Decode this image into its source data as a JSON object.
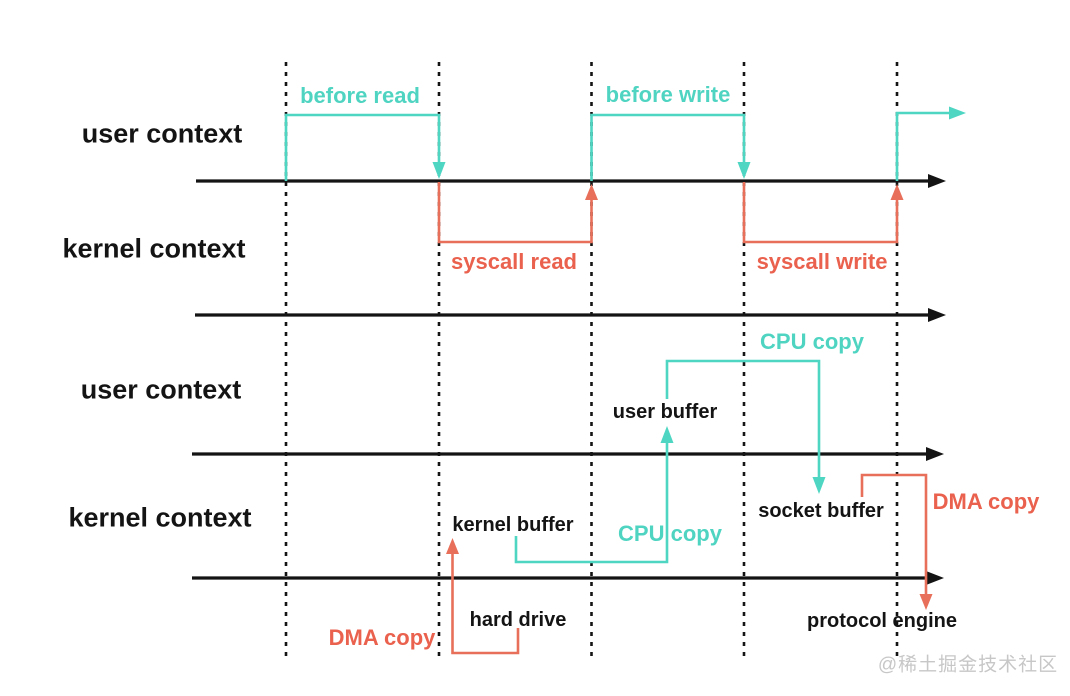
{
  "colors": {
    "teal": "#4ed6c3",
    "teal_text": "#4fd4c2",
    "red": "#e8705a",
    "red_text": "#ea614e",
    "black": "#141414",
    "watermark_gray": "#c7c7c7"
  },
  "top_section": {
    "user_context_label": "user context",
    "kernel_context_label": "kernel context",
    "before_read_label": "before read",
    "before_write_label": "before write",
    "syscall_read_label": "syscall read",
    "syscall_write_label": "syscall write"
  },
  "bottom_section": {
    "user_context_label": "user context",
    "kernel_context_label": "kernel context",
    "user_buffer_label": "user buffer",
    "kernel_buffer_label": "kernel buffer",
    "socket_buffer_label": "socket buffer",
    "hard_drive_label": "hard drive",
    "protocol_engine_label": "protocol engine",
    "cpu_copy_read_label": "CPU copy",
    "cpu_copy_write_label": "CPU copy",
    "dma_copy_read_label": "DMA copy",
    "dma_copy_write_label": "DMA copy"
  },
  "watermark_text": "@稀土掘金技术社区"
}
